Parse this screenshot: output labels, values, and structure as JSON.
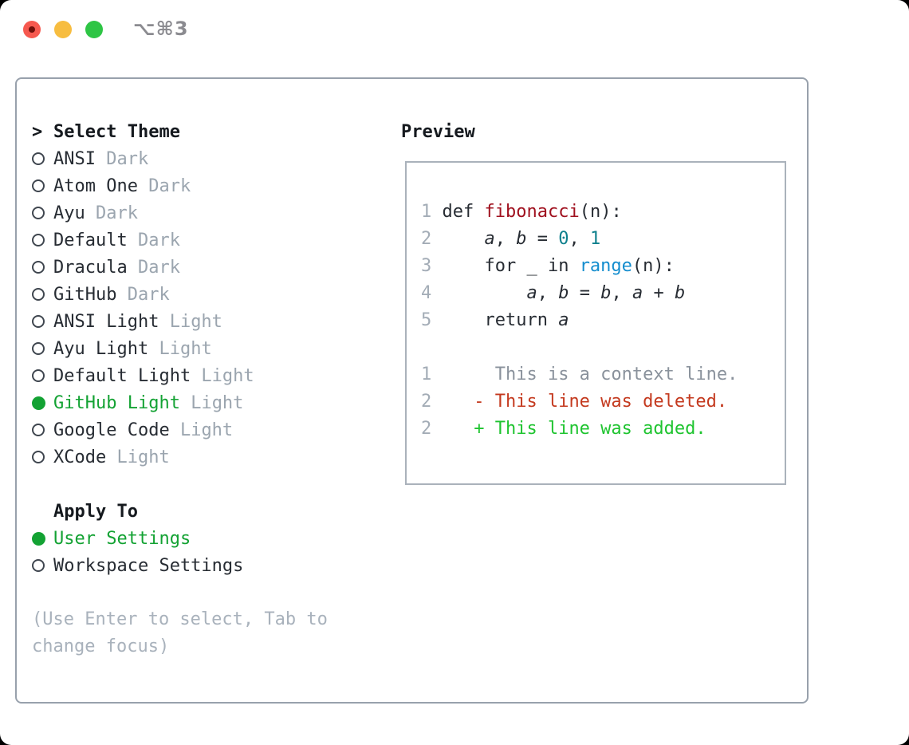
{
  "window": {
    "title": "⌥⌘3",
    "traffic_lights": [
      {
        "name": "close-button",
        "color": "#f6594f",
        "edited_dot": true
      },
      {
        "name": "minimize-button",
        "color": "#f7bd40",
        "edited_dot": false
      },
      {
        "name": "zoom-button",
        "color": "#2ec545",
        "edited_dot": false
      }
    ]
  },
  "left": {
    "header_marker": ">",
    "header_label": "Select Theme",
    "themes": [
      {
        "name": "ANSI",
        "variant": "Dark",
        "selected": false
      },
      {
        "name": "Atom One",
        "variant": "Dark",
        "selected": false
      },
      {
        "name": "Ayu",
        "variant": "Dark",
        "selected": false
      },
      {
        "name": "Default",
        "variant": "Dark",
        "selected": false
      },
      {
        "name": "Dracula",
        "variant": "Dark",
        "selected": false
      },
      {
        "name": "GitHub",
        "variant": "Dark",
        "selected": false
      },
      {
        "name": "ANSI Light",
        "variant": "Light",
        "selected": false
      },
      {
        "name": "Ayu Light",
        "variant": "Light",
        "selected": false
      },
      {
        "name": "Default Light",
        "variant": "Light",
        "selected": false
      },
      {
        "name": "GitHub Light",
        "variant": "Light",
        "selected": true
      },
      {
        "name": "Google Code",
        "variant": "Light",
        "selected": false
      },
      {
        "name": "XCode",
        "variant": "Light",
        "selected": false
      }
    ],
    "apply_to_label": "Apply To",
    "apply_options": [
      {
        "name": "User Settings",
        "selected": true
      },
      {
        "name": "Workspace Settings",
        "selected": false
      }
    ],
    "hint": "(Use Enter to select, Tab to change focus)"
  },
  "preview": {
    "title": "Preview",
    "lines": [
      {
        "segs": [
          {
            "c": "ln",
            "t": "1 "
          },
          {
            "c": "t",
            "t": "def "
          },
          {
            "c": "fn",
            "t": "fibonacci"
          },
          {
            "c": "t",
            "t": "(n):"
          }
        ]
      },
      {
        "segs": [
          {
            "c": "ln",
            "t": "2 "
          },
          {
            "c": "t",
            "t": "    "
          },
          {
            "c": "it",
            "t": "a"
          },
          {
            "c": "t",
            "t": ", "
          },
          {
            "c": "it",
            "t": "b"
          },
          {
            "c": "t",
            "t": " = "
          },
          {
            "c": "cn",
            "t": "0"
          },
          {
            "c": "t",
            "t": ", "
          },
          {
            "c": "cn",
            "t": "1"
          }
        ]
      },
      {
        "segs": [
          {
            "c": "ln",
            "t": "3 "
          },
          {
            "c": "t",
            "t": "    for _ in "
          },
          {
            "c": "bi",
            "t": "range"
          },
          {
            "c": "t",
            "t": "(n):"
          }
        ]
      },
      {
        "segs": [
          {
            "c": "ln",
            "t": "4 "
          },
          {
            "c": "t",
            "t": "        "
          },
          {
            "c": "it",
            "t": "a"
          },
          {
            "c": "t",
            "t": ", "
          },
          {
            "c": "it",
            "t": "b"
          },
          {
            "c": "t",
            "t": " = "
          },
          {
            "c": "it",
            "t": "b"
          },
          {
            "c": "t",
            "t": ", "
          },
          {
            "c": "it",
            "t": "a"
          },
          {
            "c": "t",
            "t": " + "
          },
          {
            "c": "it",
            "t": "b"
          }
        ]
      },
      {
        "segs": [
          {
            "c": "ln",
            "t": "5 "
          },
          {
            "c": "t",
            "t": "    return "
          },
          {
            "c": "it",
            "t": "a"
          }
        ]
      },
      {
        "segs": []
      },
      {
        "segs": [
          {
            "c": "ln",
            "t": "1 "
          },
          {
            "c": "ctx",
            "t": "     This is a context line."
          }
        ]
      },
      {
        "segs": [
          {
            "c": "ln",
            "t": "2 "
          },
          {
            "c": "del",
            "t": "   - This line was deleted."
          }
        ]
      },
      {
        "segs": [
          {
            "c": "ln",
            "t": "2 "
          },
          {
            "c": "add",
            "t": "   + This line was added."
          }
        ]
      }
    ]
  },
  "colors": {
    "selection_green": "#13a233",
    "added_green": "#1fc430",
    "deleted_red": "#c43a1f",
    "function_red": "#a0111f",
    "number_teal": "#0e808d",
    "builtin_blue": "#148dce",
    "variant_gray": "#9ba5af",
    "hint_gray": "#a9b2bc",
    "panel_border": "#98a1ac",
    "preview_border": "#aab2bb"
  }
}
